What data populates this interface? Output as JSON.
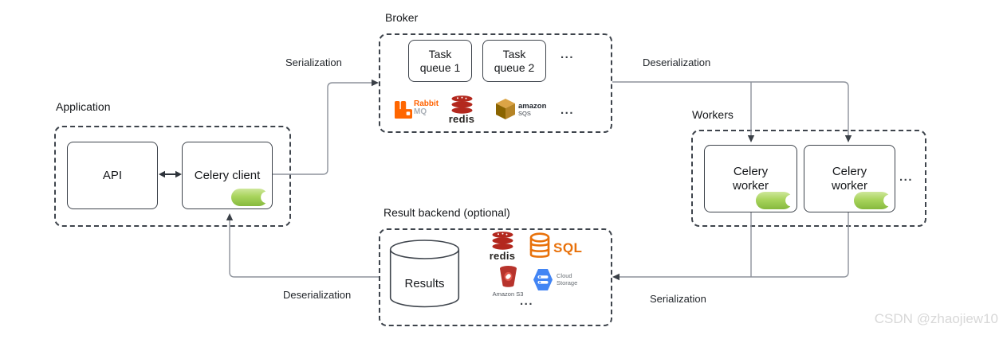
{
  "application": {
    "label": "Application",
    "api_label": "API",
    "client_label": "Celery client"
  },
  "broker": {
    "label": "Broker",
    "queues": [
      "Task queue 1",
      "Task queue 2"
    ],
    "queues_ellipsis": "...",
    "rabbitmq_line1": "Rabbit",
    "rabbitmq_line2": "MQ",
    "redis_label": "redis",
    "amazon_label": "amazon",
    "sqs_label": "SQS",
    "logos_ellipsis": "..."
  },
  "workers": {
    "label": "Workers",
    "nodes": [
      "Celery worker",
      "Celery worker"
    ],
    "ellipsis": "..."
  },
  "result_backend": {
    "label": "Result backend (optional)",
    "results_label": "Results",
    "redis_label": "redis",
    "sql_label": "SQL",
    "s3_label": "Amazon S3",
    "cloud_storage_line1": "Cloud",
    "cloud_storage_line2": "Storage",
    "ellipsis": "..."
  },
  "edges": {
    "serialization_top": "Serialization",
    "deserialization_top": "Deserialization",
    "serialization_bottom": "Serialization",
    "deserialization_bottom": "Deserialization"
  },
  "watermark": "CSDN @zhaojiew10",
  "colors": {
    "celery_green": "#a3d155",
    "rabbitmq_orange": "#ff6600",
    "redis_red": "#b3281e",
    "sqs_gold_top": "#dba446",
    "sqs_gold_left": "#8a6400",
    "sqs_gold_right": "#b58426",
    "sql_orange": "#e8710a",
    "s3_red": "#b7332c",
    "gcs_blue": "#4285f4",
    "line_gray": "#8d929b",
    "border_dark": "#3e444c"
  }
}
